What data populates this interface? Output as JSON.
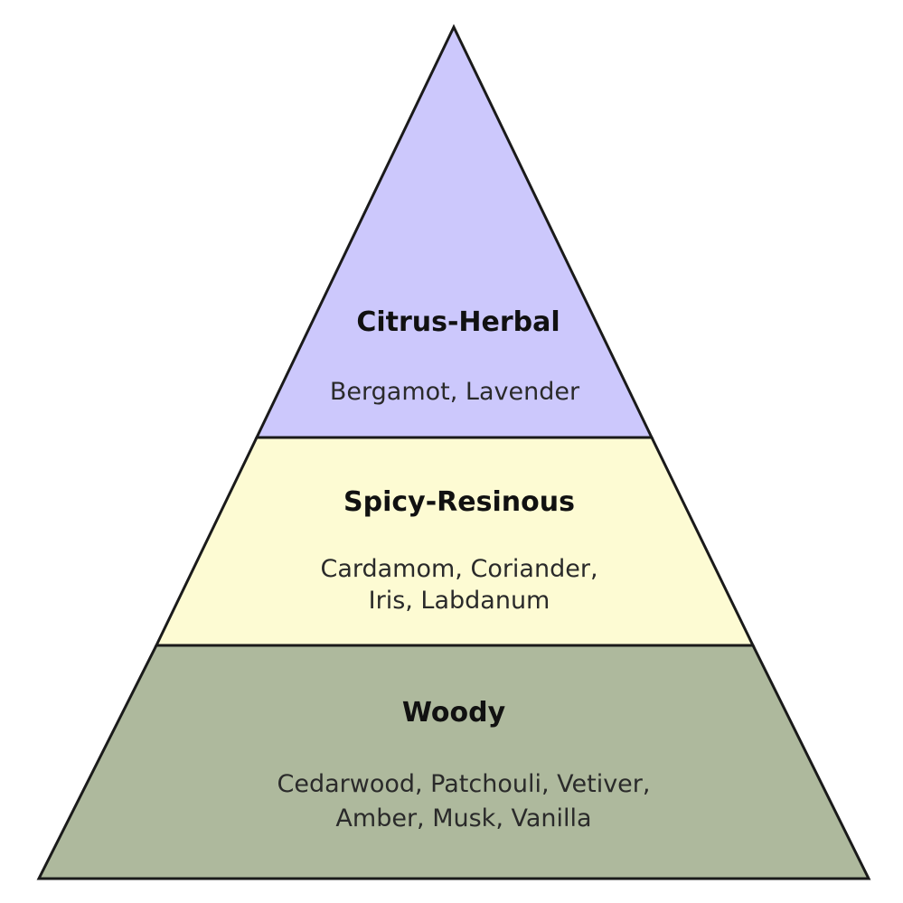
{
  "pyramid": {
    "tiers": [
      {
        "title": "Citrus-Herbal",
        "notes": [
          "Bergamot, Lavender"
        ],
        "color": "#ccc8fc"
      },
      {
        "title": "Spicy-Resinous",
        "notes": [
          "Cardamom, Coriander,",
          "Iris, Labdanum"
        ],
        "color": "#fdfbd3"
      },
      {
        "title": "Woody",
        "notes": [
          "Cedarwood, Patchouli, Vetiver,",
          "Amber, Musk, Vanilla"
        ],
        "color": "#aeb99d"
      }
    ],
    "outline_color": "#1a1a1a"
  }
}
